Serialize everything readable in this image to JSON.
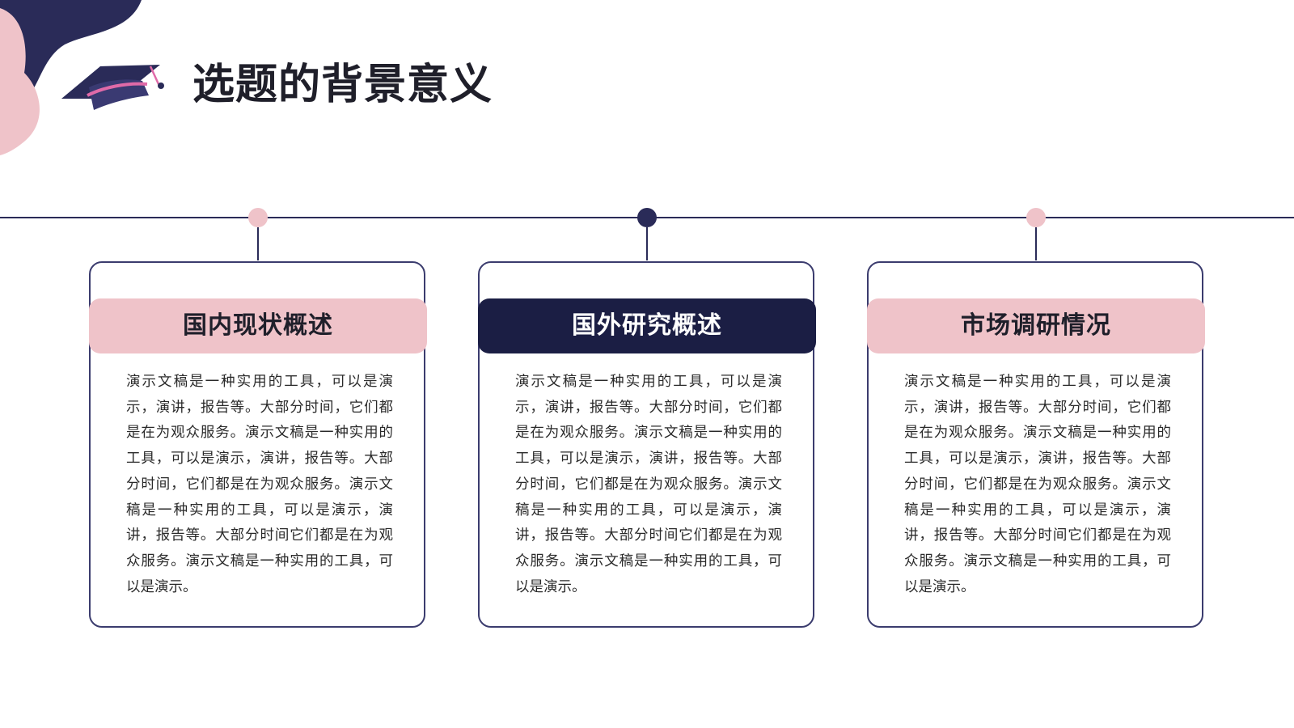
{
  "header": {
    "title": "选题的背景意义",
    "icon": "graduation-cap-icon"
  },
  "colors": {
    "navy": "#1b1e44",
    "pink": "#efc3c9",
    "line": "#2a2b58"
  },
  "cards": [
    {
      "heading": "国内现状概述",
      "style": "pink",
      "body": "演示文稿是一种实用的工具，可以是演示，演讲，报告等。大部分时间，它们都是在为观众服务。演示文稿是一种实用的工具，可以是演示，演讲，报告等。大部分时间，它们都是在为观众服务。演示文稿是一种实用的工具，可以是演示，演讲，报告等。大部分时间它们都是在为观众服务。演示文稿是一种实用的工具，可以是演示。"
    },
    {
      "heading": "国外研究概述",
      "style": "navy",
      "body": "演示文稿是一种实用的工具，可以是演示，演讲，报告等。大部分时间，它们都是在为观众服务。演示文稿是一种实用的工具，可以是演示，演讲，报告等。大部分时间，它们都是在为观众服务。演示文稿是一种实用的工具，可以是演示，演讲，报告等。大部分时间它们都是在为观众服务。演示文稿是一种实用的工具，可以是演示。"
    },
    {
      "heading": "市场调研情况",
      "style": "pink",
      "body": "演示文稿是一种实用的工具，可以是演示，演讲，报告等。大部分时间，它们都是在为观众服务。演示文稿是一种实用的工具，可以是演示，演讲，报告等。大部分时间，它们都是在为观众服务。演示文稿是一种实用的工具，可以是演示，演讲，报告等。大部分时间它们都是在为观众服务。演示文稿是一种实用的工具，可以是演示。"
    }
  ]
}
